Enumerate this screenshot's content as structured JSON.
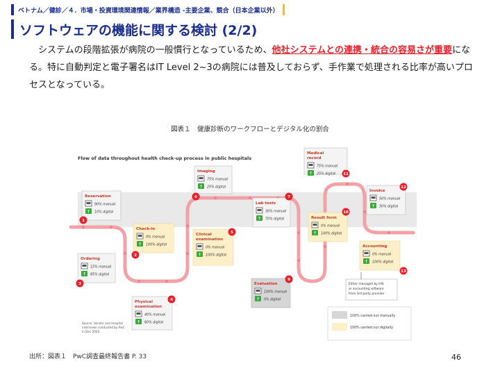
{
  "header": {
    "breadcrumb": "ベトナム／健診／４．市場・投資環境関連情報／業界構造 -主要企業、競合（日本企業以外）",
    "title": "ソフトウェアの機能に関する検討 (2/2)"
  },
  "body": {
    "part1": "システムの段階拡張が病院の一般慣行となっているため、",
    "part2_highlight": "他社システムとの連携・統合の容易さが重要",
    "part3": "になる。特に自動判定と電子署名はIT Level 2~3の病院には普及しておらず、手作業で処理される比率が高いプロセスとなっている。"
  },
  "figure": {
    "caption": "図表１　健康診断のワークフローとデジタル化の割合",
    "inner_title": "Flow of data throughout health check-up process in public hospitals",
    "source_note": "Source: Vendor and hospital interviews conducted by PwC in Dec 2020.",
    "thirdparty_note": "Either managed by HIS or accounting software from 3rd party provider",
    "legend": [
      {
        "label": "100% carried out manually",
        "color": "#d6d6d6"
      },
      {
        "label": "100% carried out digitally",
        "color": "#fdf0c8"
      }
    ],
    "steps": [
      {
        "num": "1",
        "name": "Reservation",
        "manual": "90% manual",
        "digital": "10% digital"
      },
      {
        "num": "2",
        "name": "Check-in",
        "manual": "0% manual",
        "digital": "100% digital"
      },
      {
        "num": "3",
        "name": "Ordering",
        "manual": "15% manual",
        "digital": "85% digital"
      },
      {
        "num": "4",
        "name": "Physical examination",
        "manual": "40% manual",
        "digital": "60% digital"
      },
      {
        "num": "5",
        "name": "Clinical examination",
        "manual": "0% manual",
        "digital": "100% digital"
      },
      {
        "num": "6",
        "name": "Imaging",
        "manual": "75% manual",
        "digital": "25% digital"
      },
      {
        "num": "7",
        "name": "Lab tests",
        "manual": "30% manual",
        "digital": "70% digital"
      },
      {
        "num": "9",
        "name": "Evaluation",
        "manual": "100% manual",
        "digital": "0% digital"
      },
      {
        "num": "10",
        "name": "Result form",
        "manual": "0% manual",
        "digital": "100% digital"
      },
      {
        "num": "11",
        "name": "Medical record",
        "manual": "75% manual",
        "digital": "25% digital"
      },
      {
        "num": "12",
        "name": "Invoice",
        "manual": "50% manual",
        "digital": "50% digital"
      },
      {
        "num": "13",
        "name": "Accounting",
        "manual": "0% manual",
        "digital": "100% digital"
      }
    ]
  },
  "footer": {
    "source": "出所：図表１　PwC調査最終報告書 P. 33",
    "page": "46"
  }
}
